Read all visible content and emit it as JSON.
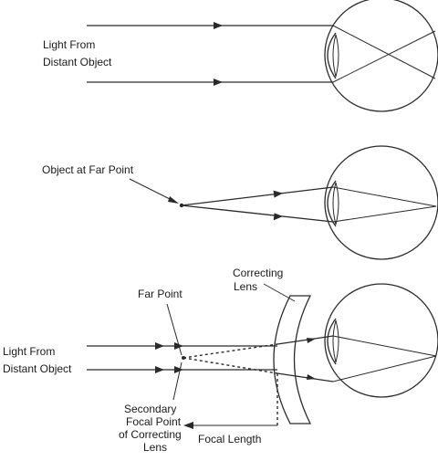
{
  "panel1": {
    "label_line1": "Light From",
    "label_line2": "Distant Object"
  },
  "panel2": {
    "label": "Object at Far Point"
  },
  "panel3": {
    "lens_label_line1": "Correcting",
    "lens_label_line2": "Lens",
    "far_point_label": "Far Point",
    "light_label_line1": "Light From",
    "light_label_line2": "Distant Object",
    "focal_label_line1": "Secondary",
    "focal_label_line2": "Focal Point",
    "focal_label_line3": "of Correcting",
    "focal_label_line4": "Lens",
    "focal_length_label": "Focal Length"
  },
  "colors": {
    "ink": "#2a2a2a",
    "background": "#ffffff"
  }
}
